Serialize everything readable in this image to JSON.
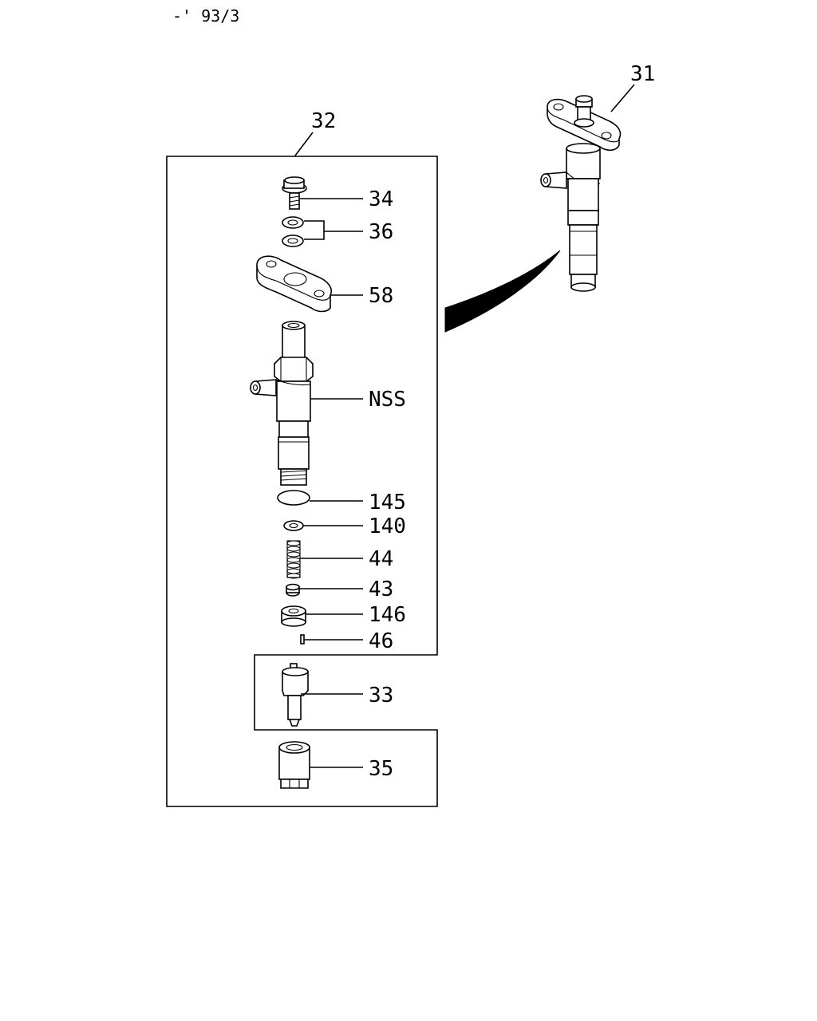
{
  "header": {
    "code": "-' 93/3"
  },
  "assembly_label": "32",
  "overview_label": "31",
  "parts": [
    {
      "id": "34",
      "name": "bolt"
    },
    {
      "id": "36",
      "name": "washers"
    },
    {
      "id": "58",
      "name": "flange"
    },
    {
      "id": "NSS",
      "name": "injector-body"
    },
    {
      "id": "145",
      "name": "o-ring"
    },
    {
      "id": "140",
      "name": "washer"
    },
    {
      "id": "44",
      "name": "spring"
    },
    {
      "id": "43",
      "name": "spring-seat"
    },
    {
      "id": "146",
      "name": "spacer"
    },
    {
      "id": "46",
      "name": "pin"
    },
    {
      "id": "33",
      "name": "nozzle"
    },
    {
      "id": "35",
      "name": "retaining-nut"
    }
  ]
}
